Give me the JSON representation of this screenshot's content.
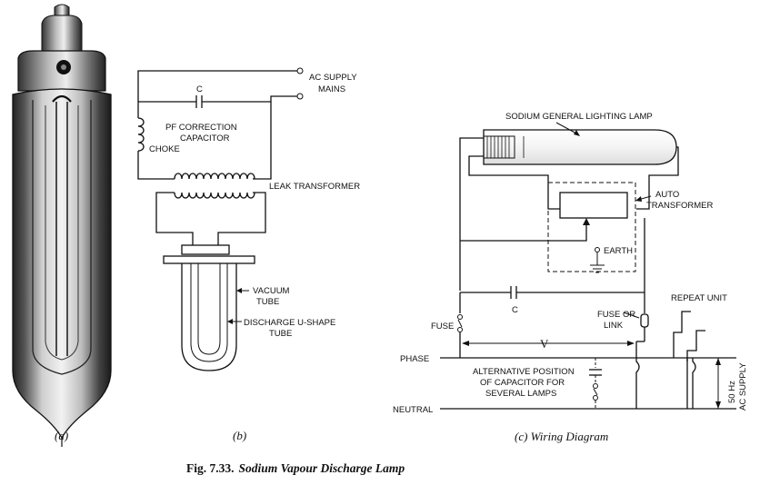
{
  "panel_a": {
    "label": "(a)"
  },
  "panel_b": {
    "label": "(b)",
    "ac_supply": "AC SUPPLY",
    "mains": "MAINS",
    "c": "C",
    "pf_correction": "PF CORRECTION",
    "capacitor": "CAPACITOR",
    "choke": "CHOKE",
    "leak_transformer": "LEAK TRANSFORMER",
    "vacuum": "VACUUM",
    "tube": "TUBE",
    "discharge": "DISCHARGE  U-SHAPE",
    "tube2": "TUBE"
  },
  "panel_c": {
    "label": "(c) Wiring Diagram",
    "lamp": "SODIUM GENERAL LIGHTING LAMP",
    "auto": "AUTO",
    "transformer": "TRANSFORMER",
    "earth": "EARTH",
    "c": "C",
    "repeat_unit": "REPEAT UNIT",
    "fuse": "FUSE",
    "fuse_or": "FUSE OR",
    "link": "LINK",
    "v": "V",
    "phase": "PHASE",
    "neutral": "NEUTRAL",
    "alt1": "ALTERNATIVE POSITION",
    "alt2": "OF CAPACITOR FOR",
    "alt3": "SEVERAL LAMPS",
    "hz": "50 Hz",
    "ac_supply": "AC SUPPLY"
  },
  "caption": {
    "fig_no": "Fig. 7.33.",
    "title": "Sodium Vapour Discharge Lamp"
  }
}
